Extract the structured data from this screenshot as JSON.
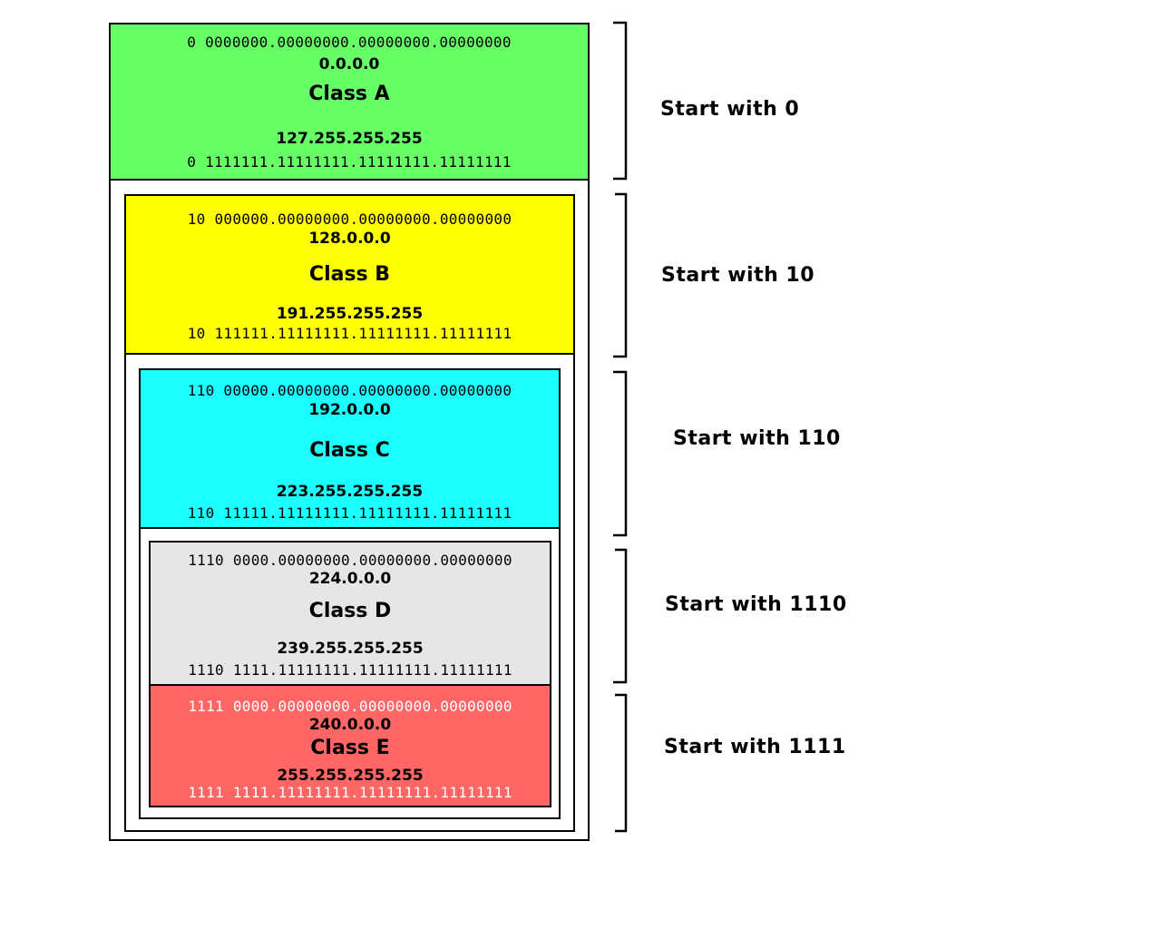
{
  "classes": [
    {
      "name": "Class A",
      "start_binary": "0 0000000.00000000.00000000.00000000",
      "start_address": "0.0.0.0",
      "end_address": "127.255.255.255",
      "end_binary": "0 1111111.11111111.11111111.11111111",
      "prefix_label": "Start with 0",
      "color": "#66ff66"
    },
    {
      "name": "Class B",
      "start_binary": "10 000000.00000000.00000000.00000000",
      "start_address": "128.0.0.0",
      "end_address": "191.255.255.255",
      "end_binary": "10 111111.11111111.11111111.11111111",
      "prefix_label": "Start with 10",
      "color": "#ffff00"
    },
    {
      "name": "Class C",
      "start_binary": "110 00000.00000000.00000000.00000000",
      "start_address": "192.0.0.0",
      "end_address": "223.255.255.255",
      "end_binary": "110 11111.11111111.11111111.11111111",
      "prefix_label": "Start with 110",
      "color": "#1affff"
    },
    {
      "name": "Class D",
      "start_binary": "1110 0000.00000000.00000000.00000000",
      "start_address": "224.0.0.0",
      "end_address": "239.255.255.255",
      "end_binary": "1110 1111.11111111.11111111.11111111",
      "prefix_label": "Start with 1110",
      "color": "#e6e6e6"
    },
    {
      "name": "Class E",
      "start_binary": "1111 0000.00000000.00000000.00000000",
      "start_address": "240.0.0.0",
      "end_address": "255.255.255.255",
      "end_binary": "1111 1111.11111111.11111111.11111111",
      "prefix_label": "Start with 1111",
      "color": "#ff6666"
    }
  ]
}
